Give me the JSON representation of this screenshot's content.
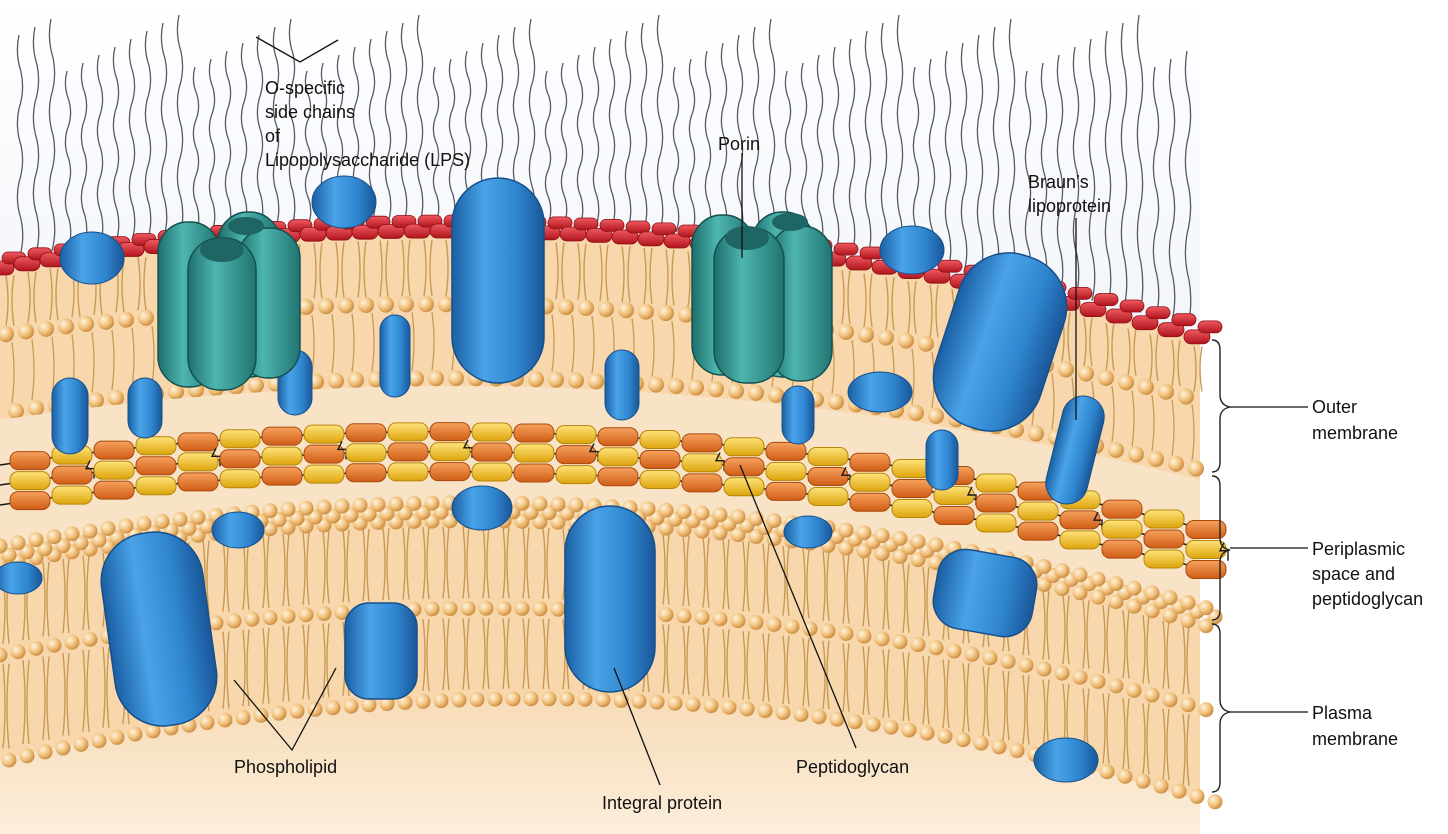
{
  "labels": {
    "lps_line1": "O-specific",
    "lps_line2": "side chains",
    "lps_line3": "of",
    "lps_line4": "Lipopolysaccharide (LPS)",
    "porin": "Porin",
    "braun_line1": "Braun’s",
    "braun_line2": "lipoprotein",
    "outer_line1": "Outer",
    "outer_line2": "membrane",
    "peri_line1": "Periplasmic",
    "peri_line2": "space and",
    "peri_line3": "peptidoglycan",
    "plasma_line1": "Plasma",
    "plasma_line2": "membrane",
    "phospholipid": "Phospholipid",
    "integral_protein": "Integral protein",
    "peptidoglycan": "Peptidoglycan"
  },
  "colors": {
    "lps_red": "#d8202a",
    "lipid_head": "#f2c27e",
    "lipid_core": "#f7dcb4",
    "protein_blue": "#2f86cf",
    "porin_teal": "#2f9a96",
    "pg_orange": "#e87a2a",
    "pg_yellow": "#f4c21e",
    "sky": "#e9eef6",
    "cytoplasm": "#f6d9b3"
  }
}
